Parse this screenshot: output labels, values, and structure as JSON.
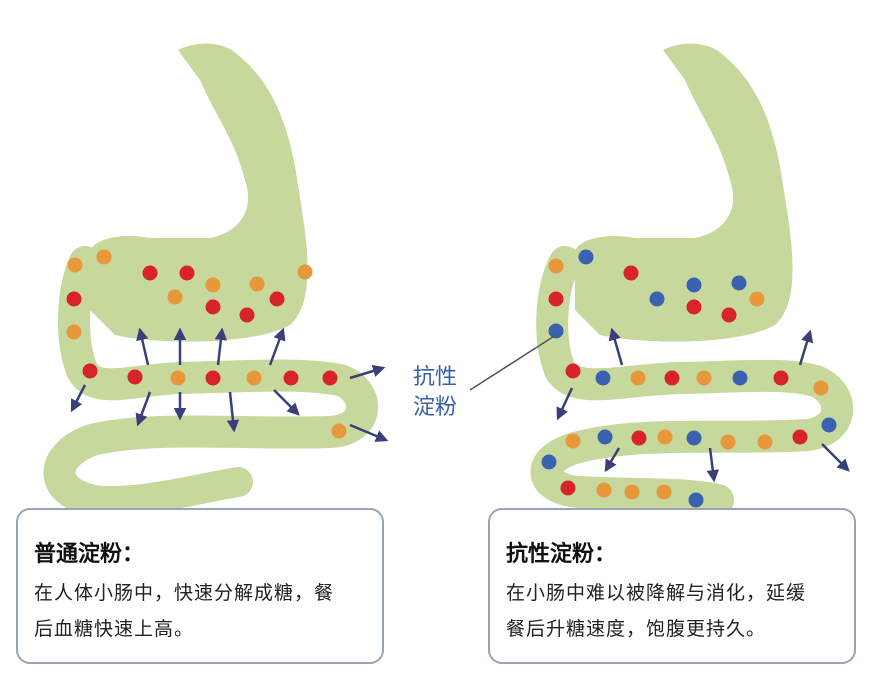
{
  "colors": {
    "organ": "#c6d89b",
    "red_dot": "#d8232a",
    "orange_dot": "#e8973a",
    "blue_dot": "#3b62b0",
    "arrow": "#3a3f7a",
    "label_blue": "#3a5ea8",
    "card_border": "#9aa3b3"
  },
  "center_label": {
    "line1": "抗性",
    "line2": "淀粉"
  },
  "left_card": {
    "title": "普通淀粉：",
    "line1": "在人体小肠中，快速分解成糖，餐",
    "line2": "后血糖快速上高。"
  },
  "right_card": {
    "title": "抗性淀粉：",
    "line1": "在小肠中难以被降解与消化，延缓",
    "line2": "餐后升糖速度，饱腹更持久。"
  }
}
